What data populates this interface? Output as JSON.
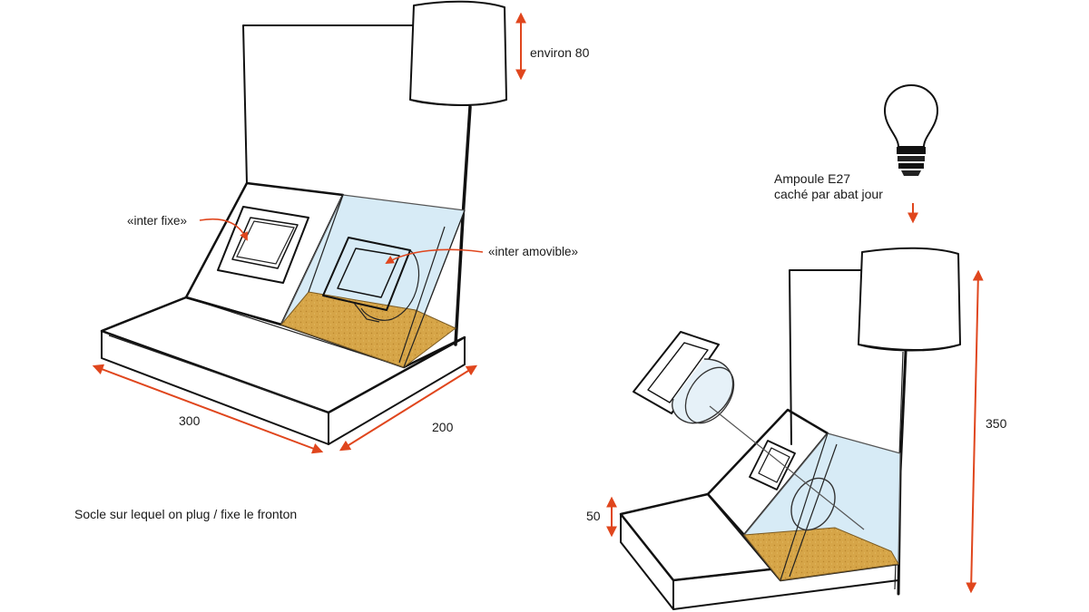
{
  "labels": {
    "environ": "environ 80",
    "inter_fixe": "«inter fixe»",
    "inter_amovible": "«inter amovible»",
    "dim_300": "300",
    "dim_200": "200",
    "caption": "Socle sur lequel on plug / fixe le fronton",
    "ampoule_line1": "Ampoule E27",
    "ampoule_line2": "caché par abat jour",
    "dim_350": "350",
    "dim_50": "50"
  },
  "colors": {
    "base": "#f6b325",
    "base_edge": "#e9a317",
    "glass": "#d7ebf6",
    "sand": "#d6a548",
    "arrow": "#e0461d",
    "ink": "#111111"
  }
}
